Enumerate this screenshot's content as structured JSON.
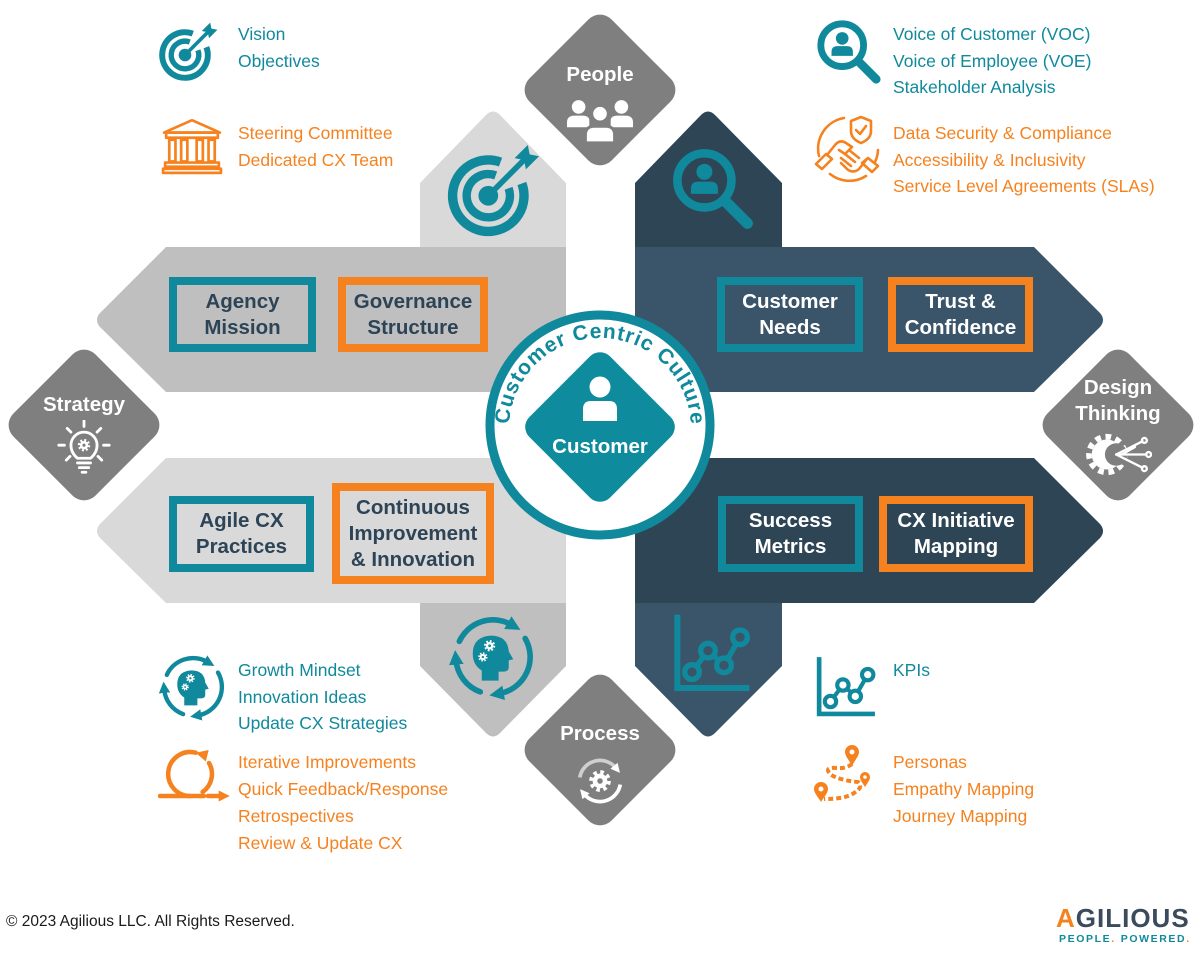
{
  "colors": {
    "teal": "#10899c",
    "orange": "#f5821f",
    "navy_dark": "#2e4556",
    "navy": "#3a5569",
    "gray_light": "#d9d9d9",
    "gray": "#bfbfbf",
    "diamond": "#7f7f7f",
    "box_text": "#2d4457"
  },
  "center": {
    "ring_label": "Customer Centric Culture",
    "label": "Customer",
    "icon": "person-icon"
  },
  "pillars": {
    "people": {
      "label": "People",
      "icon": "people-group-icon"
    },
    "strategy": {
      "label": "Strategy",
      "icon": "lightbulb-gear-icon"
    },
    "design_thinking": {
      "label": "Design\nThinking",
      "icon": "gear-branch-icon"
    },
    "process": {
      "label": "Process",
      "icon": "gear-cycle-icon"
    }
  },
  "quadrants": {
    "top_left": {
      "column_icon": "target-icon",
      "boxes": [
        {
          "label": "Agency\nMission",
          "border": "teal"
        },
        {
          "label": "Governance\nStructure",
          "border": "orange"
        }
      ]
    },
    "top_right": {
      "column_icon": "magnifier-person-icon",
      "boxes": [
        {
          "label": "Customer\nNeeds",
          "border": "teal"
        },
        {
          "label": "Trust &\nConfidence",
          "border": "orange"
        }
      ]
    },
    "bottom_left": {
      "column_icon": "head-gears-cycle-icon",
      "boxes": [
        {
          "label": "Agile CX\nPractices",
          "border": "teal"
        },
        {
          "label": "Continuous\nImprovement\n& Innovation",
          "border": "orange"
        }
      ]
    },
    "bottom_right": {
      "column_icon": "line-chart-icon",
      "boxes": [
        {
          "label": "Success\nMetrics",
          "border": "teal"
        },
        {
          "label": "CX Initiative\nMapping",
          "border": "orange"
        }
      ]
    }
  },
  "lists": {
    "top_left_teal": {
      "icon": "target-icon",
      "items": [
        "Vision",
        "Objectives"
      ]
    },
    "top_left_orange": {
      "icon": "temple-icon",
      "items": [
        "Steering Committee",
        "Dedicated CX Team"
      ]
    },
    "top_right_teal": {
      "icon": "magnifier-person-icon",
      "items": [
        "Voice of Customer (VOC)",
        "Voice of Employee (VOE)",
        "Stakeholder Analysis"
      ]
    },
    "top_right_orange": {
      "icon": "handshake-shield-icon",
      "items": [
        "Data Security & Compliance",
        "Accessibility & Inclusivity",
        "Service Level Agreements (SLAs)"
      ]
    },
    "bottom_left_teal": {
      "icon": "head-gears-cycle-icon",
      "items": [
        "Growth Mindset",
        "Innovation Ideas",
        "Update CX Strategies"
      ]
    },
    "bottom_left_orange": {
      "icon": "iteration-loop-icon",
      "items": [
        "Iterative Improvements",
        "Quick Feedback/Response",
        "Retrospectives",
        "Review & Update CX"
      ]
    },
    "bottom_right_teal": {
      "icon": "line-chart-icon",
      "items": [
        "KPIs"
      ]
    },
    "bottom_right_orange": {
      "icon": "route-pins-icon",
      "items": [
        "Personas",
        "Empathy Mapping",
        "Journey Mapping"
      ]
    }
  },
  "footer": {
    "copyright": "© 2023 Agilious LLC. All Rights Reserved."
  },
  "logo": {
    "wordmark": "AGILIOUS",
    "tagline": {
      "word1": "PEOPLE",
      "dot1": ".",
      "word2": "POWERED",
      "dot2": "."
    }
  }
}
